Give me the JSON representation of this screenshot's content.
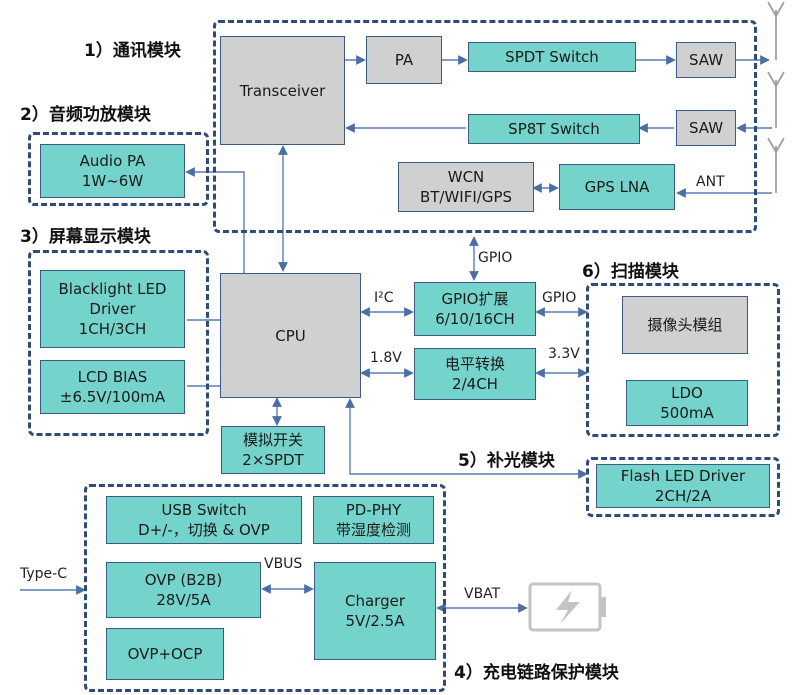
{
  "modules": {
    "comm": "1）通讯模块",
    "audio": "2）音频功放模块",
    "display": "3）屏幕显示模块",
    "charge": "4）充电链路保护模块",
    "flash": "5）补光模块",
    "scan": "6）扫描模块"
  },
  "blocks": {
    "transceiver": "Transceiver",
    "pa": "PA",
    "spdt": "SPDT Switch",
    "saw_top": "SAW",
    "sp8t": "SP8T Switch",
    "saw_mid": "SAW",
    "wcn_l1": "WCN",
    "wcn_l2": "BT/WIFI/GPS",
    "gps_lna": "GPS LNA",
    "audio_l1": "Audio PA",
    "audio_l2": "1W~6W",
    "backlight_l1": "Blacklight LED",
    "backlight_l2": "Driver",
    "backlight_l3": "1CH/3CH",
    "lcd_l1": "LCD BIAS",
    "lcd_l2": "±6.5V/100mA",
    "cpu": "CPU",
    "gpio_l1": "GPIO扩展",
    "gpio_l2": "6/10/16CH",
    "level_l1": "电平转换",
    "level_l2": "2/4CH",
    "analog_l1": "模拟开关",
    "analog_l2": "2×SPDT",
    "camera": "摄像头模组",
    "ldo_l1": "LDO",
    "ldo_l2": "500mA",
    "flash_l1": "Flash LED Driver",
    "flash_l2": "2CH/2A",
    "usb_l1": "USB Switch",
    "usb_l2": "D+/-，切换 & OVP",
    "pdphy_l1": "PD-PHY",
    "pdphy_l2": "带湿度检测",
    "ovp_l1": "OVP (B2B)",
    "ovp_l2": "28V/5A",
    "charger_l1": "Charger",
    "charger_l2": "5V/2.5A",
    "ovpocp": "OVP+OCP"
  },
  "labels": {
    "ant": "ANT",
    "gpio_top": "GPIO",
    "gpio_right": "GPIO",
    "i2c": "I²C",
    "v18": "1.8V",
    "v33": "3.3V",
    "vbus": "VBUS",
    "vbat": "VBAT",
    "typec": "Type-C"
  },
  "colors": {
    "block_fill": "#74d4cc",
    "gray_fill": "#d0d0d0",
    "border": "#2f4b78",
    "wire": "#5a7fb4",
    "antenna": "#9aa0a6",
    "battery": "#c4c4c4"
  }
}
